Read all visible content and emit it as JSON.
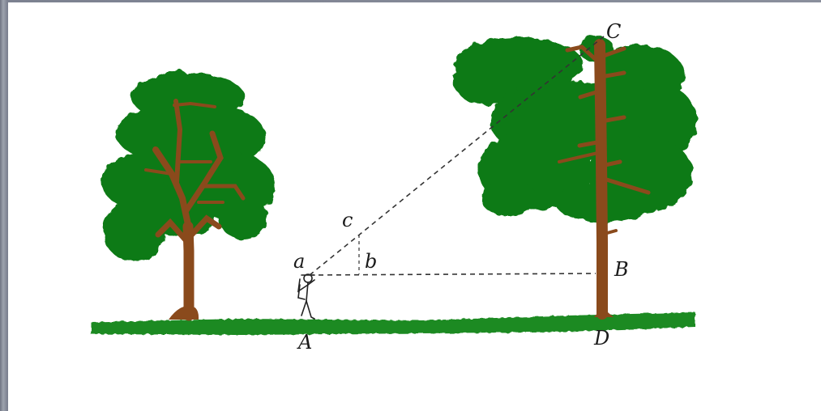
{
  "figure": {
    "labels": {
      "A": "A",
      "a": "a",
      "b": "b",
      "c": "c",
      "B": "B",
      "C": "C",
      "D": "D"
    },
    "colors": {
      "foliage": "#0f7a14",
      "trunk": "#8a4a1c",
      "ground": "#1d8a22",
      "line": "#333333",
      "background": "#ffffff",
      "frame": "#7d8290"
    }
  }
}
